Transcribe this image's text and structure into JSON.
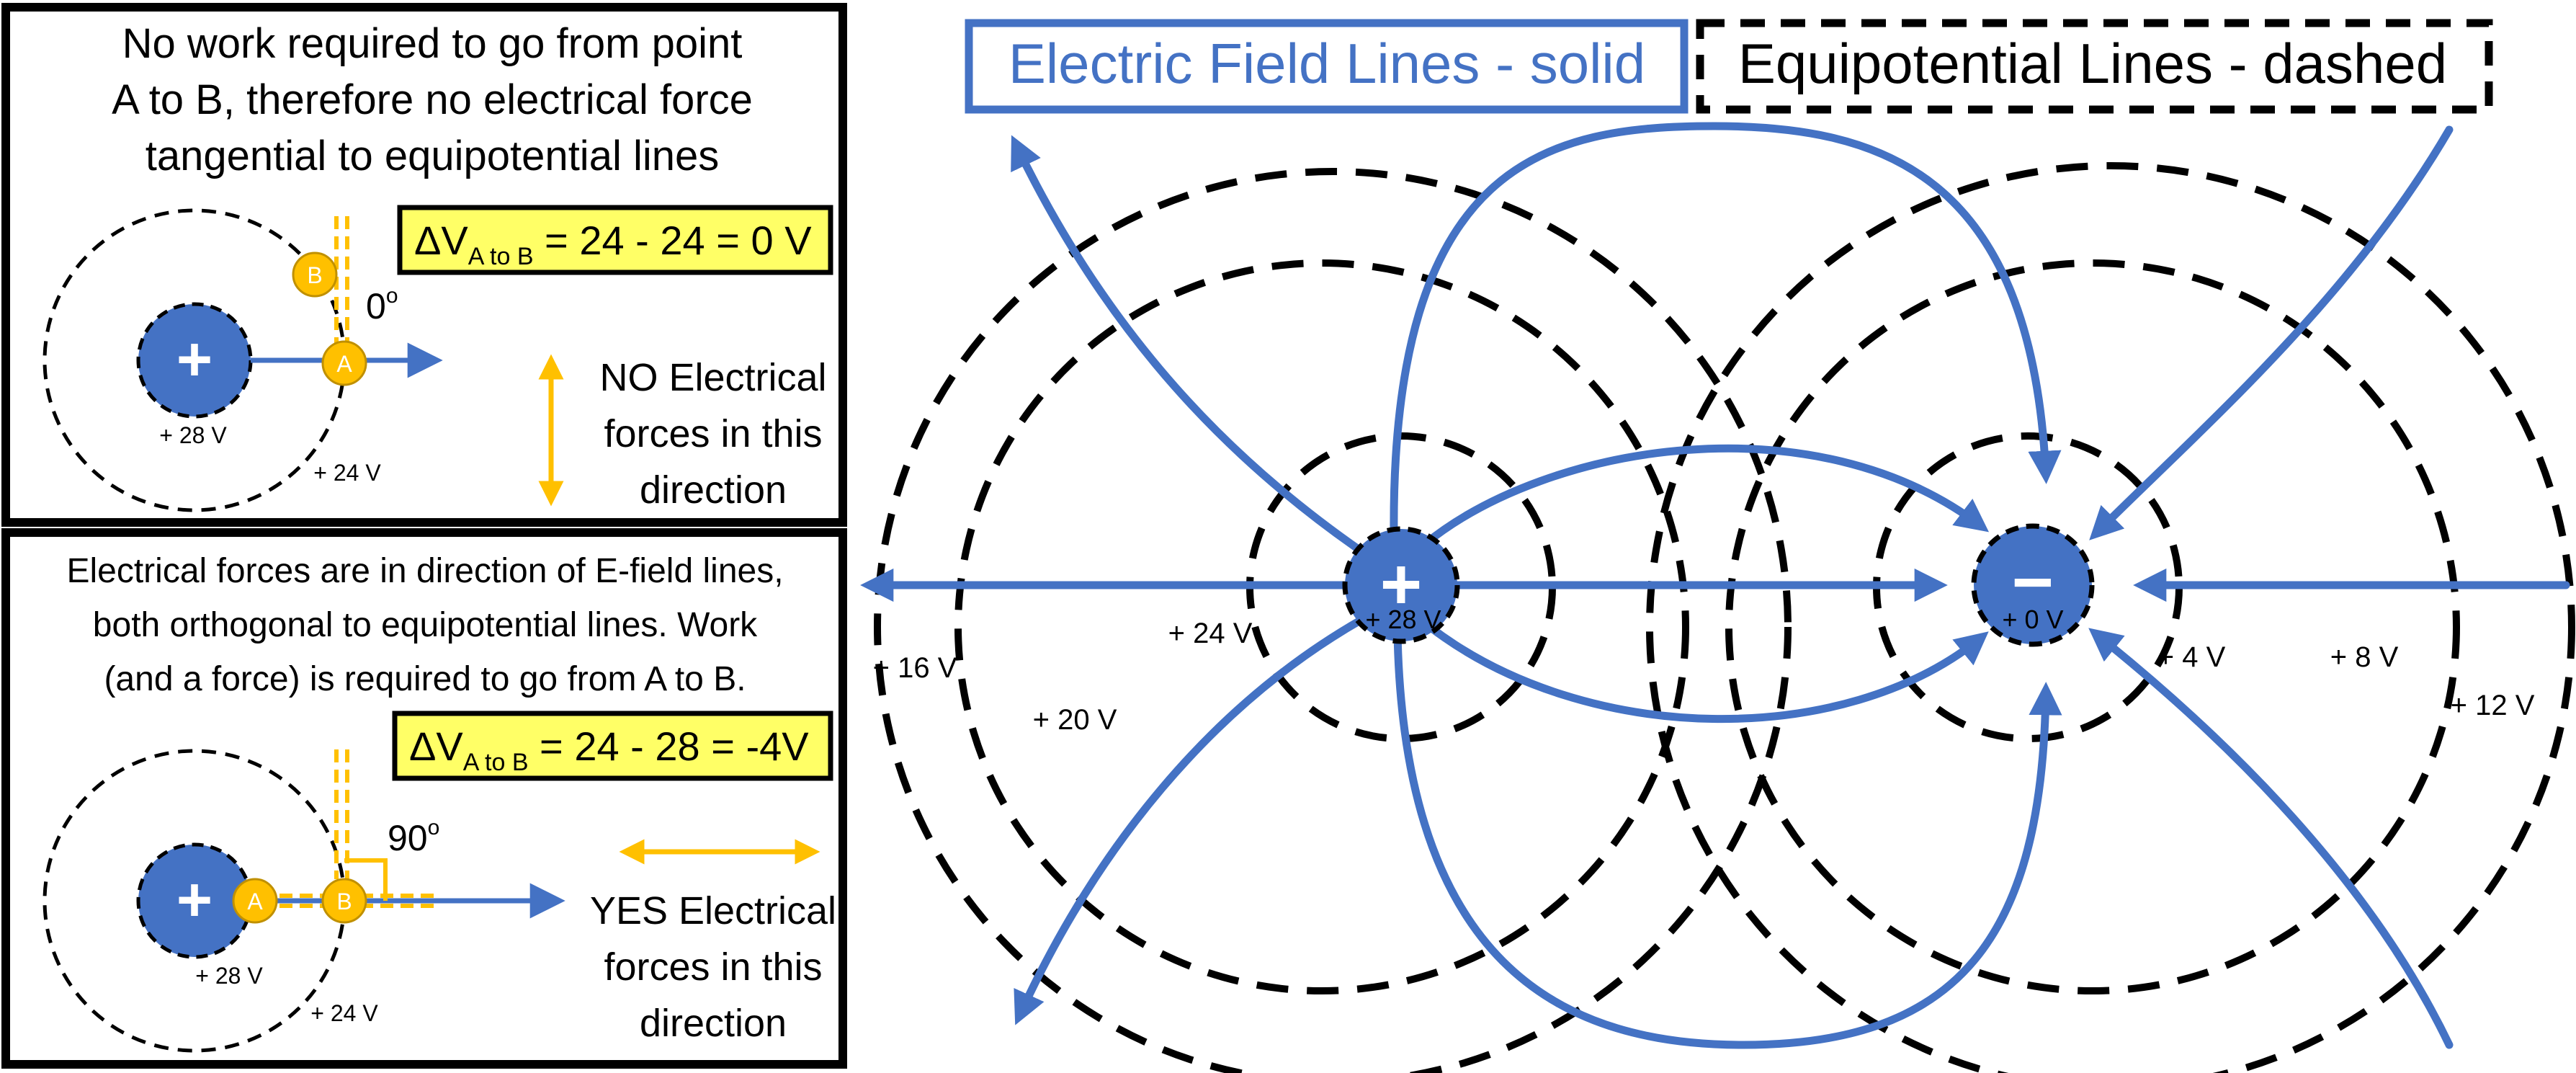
{
  "legend": {
    "field_lines": "Electric Field Lines - solid",
    "equipotential_lines": "Equipotential Lines - dashed"
  },
  "top_panel": {
    "heading_line1": "No work required to go from point",
    "heading_line2": "A to B, therefore no electrical force",
    "heading_line3": "tangential to equipotential lines",
    "delta_v_prefix": "ΔV",
    "delta_v_sub": "A to B",
    "delta_v_value": " = 24 - 24 = 0 V",
    "angle": "0",
    "angle_unit": "o",
    "charge_sign": "+",
    "point_a": "A",
    "point_b": "B",
    "inner_potential": "+ 28 V",
    "outer_potential": "+ 24 V",
    "note_line1": "NO Electrical",
    "note_line2": "forces in this",
    "note_line3": "direction"
  },
  "bottom_panel": {
    "heading_line1": "Electrical forces are in direction of E-field lines,",
    "heading_line2": "both orthogonal to equipotential lines. Work",
    "heading_line3": "(and a force) is required to go from A to B.",
    "delta_v_prefix": "ΔV",
    "delta_v_sub": "A to B",
    "delta_v_value": " = 24 - 28 = -4V",
    "angle": "90",
    "angle_unit": "o",
    "charge_sign": "+",
    "point_a": "A",
    "point_b": "B",
    "inner_potential": "+ 28 V",
    "outer_potential": "+ 24 V",
    "note_line1": "YES Electrical",
    "note_line2": "forces in this",
    "note_line3": "direction"
  },
  "main_diagram": {
    "positive_sign": "+",
    "negative_sign": "−",
    "positive_potential": "+ 28 V",
    "negative_potential": "+ 0 V",
    "labels": {
      "v24": "+ 24 V",
      "v20": "+ 20 V",
      "v16": "+ 16 V",
      "v4": "+ 4 V",
      "v8": "+ 8 V",
      "v12": "+ 12 V"
    }
  },
  "colors": {
    "field_blue": "#4472C4",
    "highlight_gold": "#FFC000",
    "box_fill": "#FFFF66",
    "line_black": "#000000"
  }
}
